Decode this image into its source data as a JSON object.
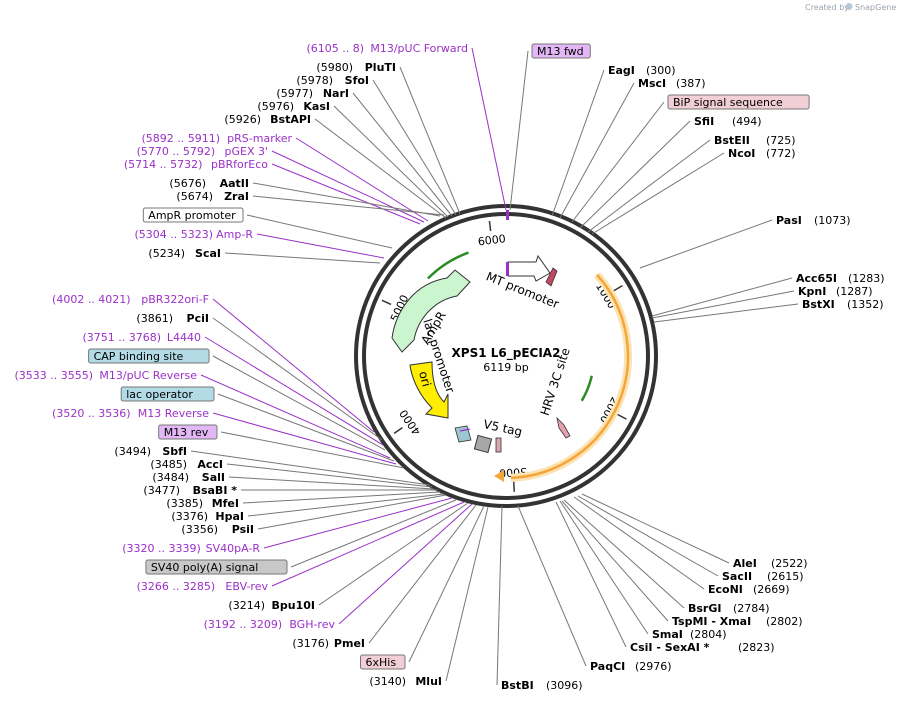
{
  "credit": "Created by",
  "brand": "SnapGene",
  "plasmid": {
    "name": "XPS1 L6_pECIA2",
    "size": "6119 bp"
  },
  "ruler": [
    "1000",
    "2000",
    "3000",
    "4000",
    "5000",
    "6000"
  ],
  "features_inner": [
    "MT promoter",
    "AmpR",
    "lac promoter",
    "ori",
    "V5 tag",
    "HRV 3C site"
  ],
  "labels_left": [
    {
      "pos": "(6105 .. 8)",
      "name": "M13/pUC Forward",
      "kind": "primer"
    },
    {
      "pos": "(5980)",
      "name": "PluTI",
      "kind": "enzyme"
    },
    {
      "pos": "(5978)",
      "name": "SfoI",
      "kind": "enzyme"
    },
    {
      "pos": "(5977)",
      "name": "NarI",
      "kind": "enzyme"
    },
    {
      "pos": "(5976)",
      "name": "KasI",
      "kind": "enzyme"
    },
    {
      "pos": "(5926)",
      "name": "BstAPI",
      "kind": "enzyme"
    },
    {
      "pos": "(5892 .. 5911)",
      "name": "pRS-marker",
      "kind": "primer"
    },
    {
      "pos": "(5770 .. 5792)",
      "name": "pGEX 3'",
      "kind": "primer"
    },
    {
      "pos": "(5714 .. 5732)",
      "name": "pBRforEco",
      "kind": "primer"
    },
    {
      "pos": "(5676)",
      "name": "AatII",
      "kind": "enzyme"
    },
    {
      "pos": "(5674)",
      "name": "ZraI",
      "kind": "enzyme"
    },
    {
      "pos": "",
      "name": "AmpR promoter",
      "kind": "box-white"
    },
    {
      "pos": "(5304 .. 5323)",
      "name": "Amp-R",
      "kind": "primer"
    },
    {
      "pos": "(5234)",
      "name": "ScaI",
      "kind": "enzyme"
    },
    {
      "pos": "(4002 .. 4021)",
      "name": "pBR322ori-F",
      "kind": "primer"
    },
    {
      "pos": "(3861)",
      "name": "PciI",
      "kind": "enzyme"
    },
    {
      "pos": "(3751 .. 3768)",
      "name": "L4440",
      "kind": "primer"
    },
    {
      "pos": "",
      "name": "CAP binding site",
      "kind": "box-blue"
    },
    {
      "pos": "(3533 .. 3555)",
      "name": "M13/pUC Reverse",
      "kind": "primer"
    },
    {
      "pos": "",
      "name": "lac operator",
      "kind": "box-blue"
    },
    {
      "pos": "(3520 .. 3536)",
      "name": "M13 Reverse",
      "kind": "primer"
    },
    {
      "pos": "",
      "name": "M13 rev",
      "kind": "box-purple"
    },
    {
      "pos": "(3494)",
      "name": "SbfI",
      "kind": "enzyme"
    },
    {
      "pos": "(3485)",
      "name": "AccI",
      "kind": "enzyme"
    },
    {
      "pos": "(3484)",
      "name": "SalI",
      "kind": "enzyme"
    },
    {
      "pos": "(3477)",
      "name": "BsaBI *",
      "kind": "enzyme"
    },
    {
      "pos": "(3385)",
      "name": "MfeI",
      "kind": "enzyme"
    },
    {
      "pos": "(3376)",
      "name": "HpaI",
      "kind": "enzyme"
    },
    {
      "pos": "(3356)",
      "name": "PsiI",
      "kind": "enzyme"
    },
    {
      "pos": "(3320 .. 3339)",
      "name": "SV40pA-R",
      "kind": "primer"
    },
    {
      "pos": "",
      "name": "SV40 poly(A) signal",
      "kind": "box-gray"
    },
    {
      "pos": "(3266 .. 3285)",
      "name": "EBV-rev",
      "kind": "primer"
    },
    {
      "pos": "(3214)",
      "name": "Bpu10I",
      "kind": "enzyme"
    },
    {
      "pos": "(3192 .. 3209)",
      "name": "BGH-rev",
      "kind": "primer"
    },
    {
      "pos": "(3176)",
      "name": "PmeI",
      "kind": "enzyme"
    },
    {
      "pos": "",
      "name": "6xHis",
      "kind": "box-pink"
    },
    {
      "pos": "(3140)",
      "name": "MluI",
      "kind": "enzyme"
    }
  ],
  "labels_right": [
    {
      "pos": "",
      "name": "M13 fwd",
      "kind": "box-purple"
    },
    {
      "pos": "(300)",
      "name": "EagI",
      "kind": "enzyme"
    },
    {
      "pos": "(387)",
      "name": "MscI",
      "kind": "enzyme"
    },
    {
      "pos": "",
      "name": "BiP signal sequence",
      "kind": "box-pink"
    },
    {
      "pos": "(494)",
      "name": "SfiI",
      "kind": "enzyme"
    },
    {
      "pos": "(725)",
      "name": "BstEII",
      "kind": "enzyme"
    },
    {
      "pos": "(772)",
      "name": "NcoI",
      "kind": "enzyme"
    },
    {
      "pos": "(1073)",
      "name": "PasI",
      "kind": "enzyme"
    },
    {
      "pos": "(1283)",
      "name": "Acc65I",
      "kind": "enzyme"
    },
    {
      "pos": "(1287)",
      "name": "KpnI",
      "kind": "enzyme"
    },
    {
      "pos": "(1352)",
      "name": "BstXI",
      "kind": "enzyme"
    },
    {
      "pos": "(2522)",
      "name": "AleI",
      "kind": "enzyme"
    },
    {
      "pos": "(2615)",
      "name": "SacII",
      "kind": "enzyme"
    },
    {
      "pos": "(2669)",
      "name": "EcoNI",
      "kind": "enzyme"
    },
    {
      "pos": "(2784)",
      "name": "BsrGI",
      "kind": "enzyme"
    },
    {
      "pos": "(2802)",
      "name": "TspMI - XmaI",
      "kind": "enzyme"
    },
    {
      "pos": "(2804)",
      "name": "SmaI",
      "kind": "enzyme"
    },
    {
      "pos": "(2823)",
      "name": "CsiI - SexAI *",
      "kind": "enzyme"
    },
    {
      "pos": "(2976)",
      "name": "PaqCI",
      "kind": "enzyme"
    },
    {
      "pos": "(3096)",
      "name": "BstBI",
      "kind": "enzyme"
    }
  ],
  "colors": {
    "primer": "#9b30c8",
    "box_purple": "#e3b7f5",
    "box_pink": "#f2cfd7",
    "box_blue": "#b2dbe6",
    "box_gray": "#c8c8c8",
    "ampr": "#cbf5cf",
    "ori": "#ffee00",
    "orf": "#f3a63a",
    "orf_fill": "#fde2b2"
  }
}
